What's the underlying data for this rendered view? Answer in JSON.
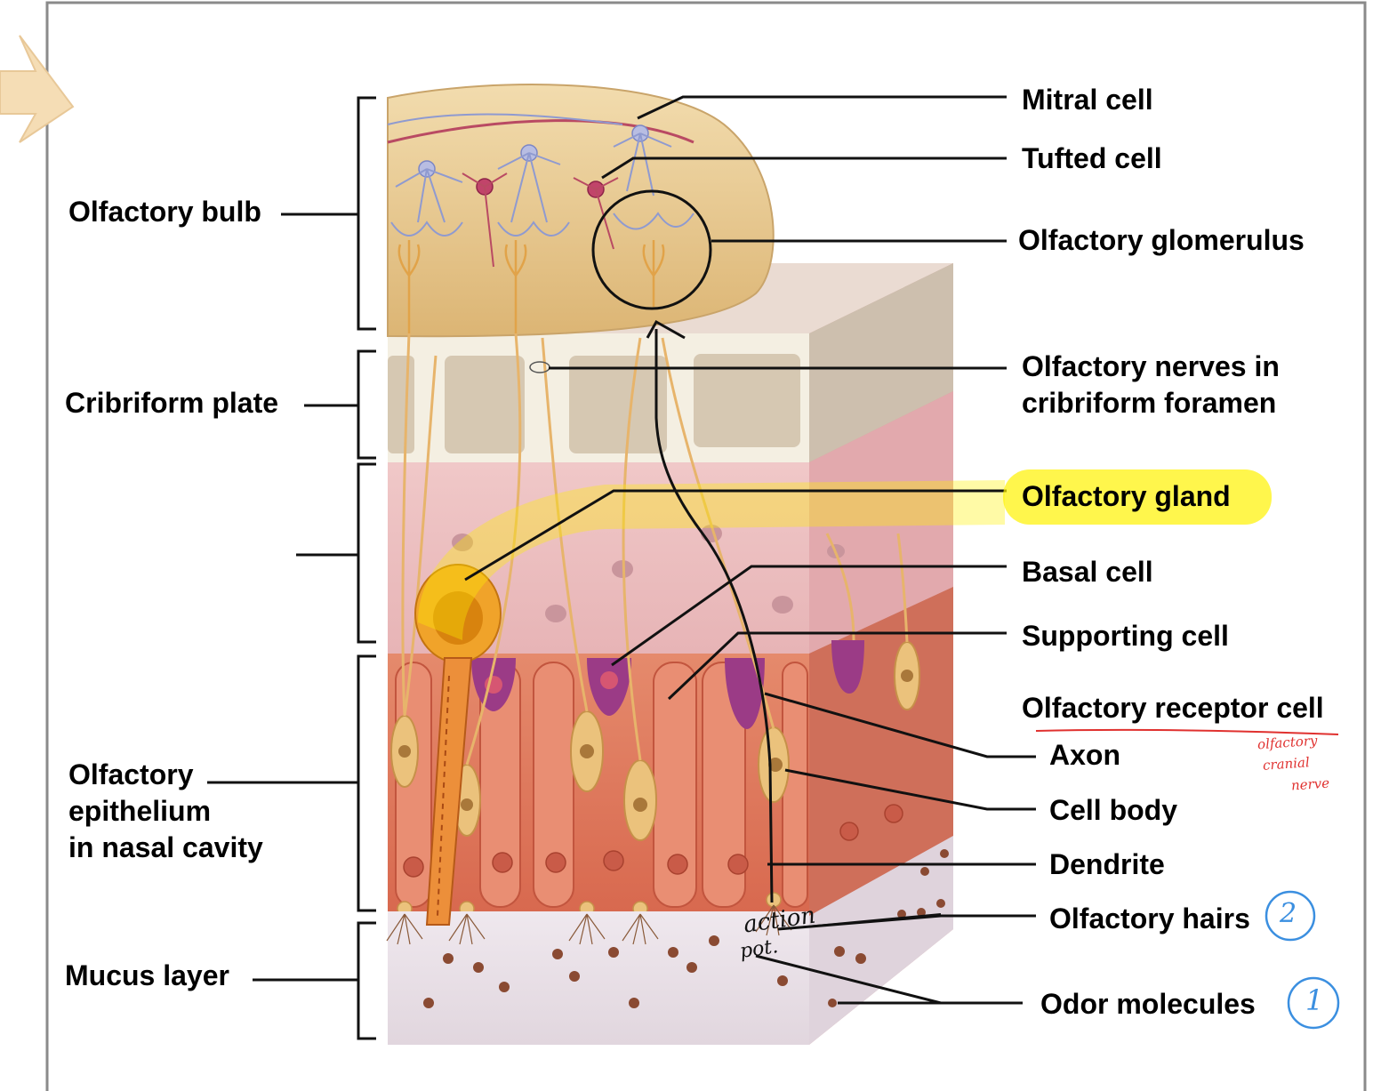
{
  "labels_left": {
    "olfactory_bulb": "Olfactory bulb",
    "cribriform_plate": "Cribriform plate",
    "epithelium_line1": "Olfactory",
    "epithelium_line2": "epithelium",
    "epithelium_line3": "in nasal cavity",
    "mucus_layer": "Mucus layer"
  },
  "labels_right": {
    "mitral_cell": "Mitral cell",
    "tufted_cell": "Tufted cell",
    "glomerulus": "Olfactory glomerulus",
    "nerves_line1": "Olfactory nerves in",
    "nerves_line2": "cribriform foramen",
    "gland": "Olfactory gland",
    "basal_cell": "Basal cell",
    "supporting_cell": "Supporting cell",
    "receptor_cell": "Olfactory receptor cell",
    "axon": "Axon",
    "cell_body": "Cell body",
    "dendrite": "Dendrite",
    "hairs": "Olfactory hairs",
    "odor": "Odor molecules"
  },
  "annotations": {
    "circle_2": "2",
    "circle_1": "1",
    "note_line1": "olfactory",
    "note_line2": "cranial",
    "note_line3": "nerve",
    "action_line1": "action",
    "action_line2": "pot."
  },
  "colors": {
    "highlight": "#fff200",
    "annotation_red": "#e0312f",
    "annotation_blue": "#3b8fe0",
    "bulb": "#e9cf90",
    "epithelium": "#e0846a",
    "mucus": "#ece6ec",
    "bone": "#f3eee0"
  }
}
